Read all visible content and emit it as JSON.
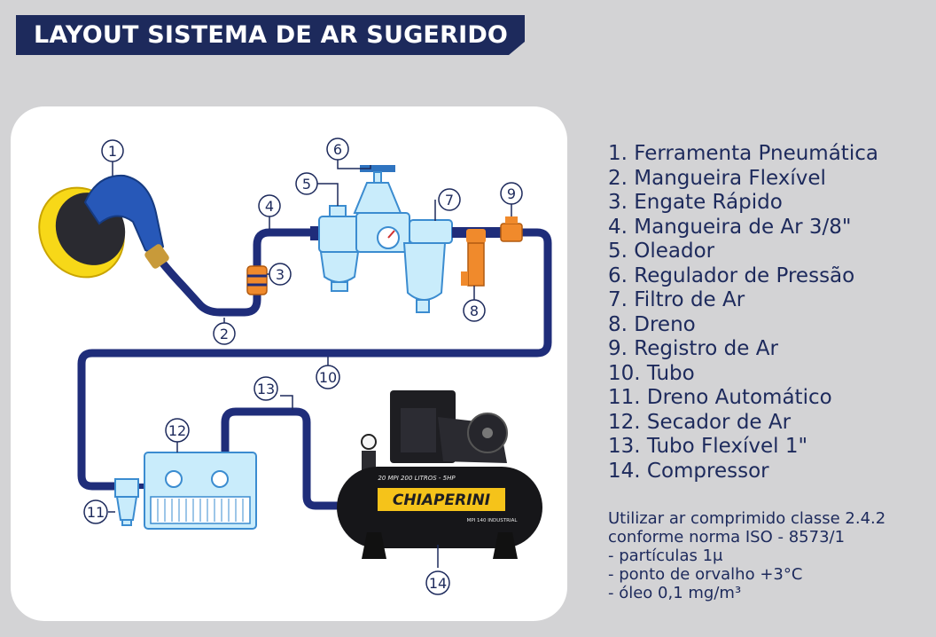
{
  "title": "LAYOUT SISTEMA DE AR SUGERIDO",
  "colors": {
    "navy": "#1d2a5c",
    "hose": "#1f2d7a",
    "background": "#d3d3d5",
    "panel": "#ffffff",
    "equipment_blue": "#c9ecfb",
    "equipment_outline": "#3b8cd0",
    "orange": "#f08a2c",
    "brand_yellow": "#f5c31a"
  },
  "legend": [
    "1. Ferramenta Pneumática",
    "2. Mangueira Flexível",
    "3. Engate Rápido",
    "4. Mangueira de Ar 3/8\"",
    "5. Oleador",
    "6. Regulador de Pressão",
    "7. Filtro de Ar",
    "8. Dreno",
    "9. Registro de Ar",
    "10. Tubo",
    "11. Dreno Automático",
    "12. Secador de Ar",
    "13. Tubo Flexível 1\"",
    "14. Compressor"
  ],
  "notes": [
    "Utilizar ar comprimido classe 2.4.2",
    "conforme norma ISO - 8573/1",
    "- partículas 1μ",
    "- ponto de orvalho +3°C",
    "- óleo 0,1 mg/m³"
  ],
  "callouts": [
    "1",
    "2",
    "3",
    "4",
    "5",
    "6",
    "7",
    "8",
    "9",
    "10",
    "11",
    "12",
    "13",
    "14"
  ],
  "compressor": {
    "brand": "CHIAPERINI",
    "model_line": "20 MPI 200 LITROS - 5HP",
    "badge": "MPI 140 INDUSTRIAL"
  },
  "icons": {
    "sander": "random-orbital-sander-icon",
    "regulator": "pressure-regulator-icon",
    "gauge": "pressure-gauge-icon",
    "dryer": "air-dryer-icon",
    "compressor": "air-compressor-icon"
  }
}
